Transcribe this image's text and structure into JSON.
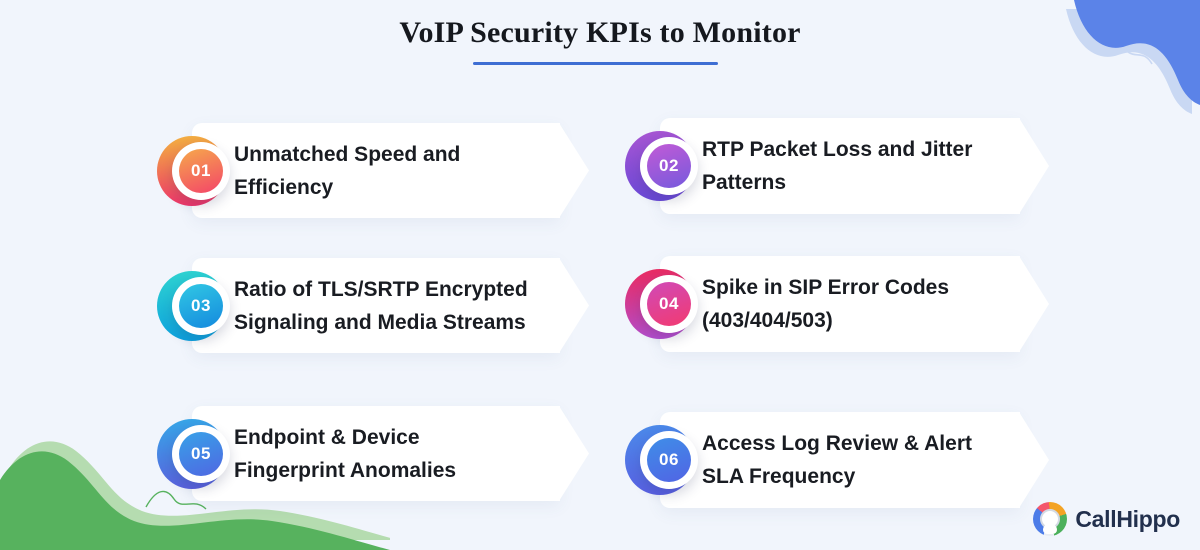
{
  "title": {
    "text": "VoIP Security KPIs to Monitor"
  },
  "theme": {
    "background": "#f1f5fc",
    "card": "#ffffff",
    "underline": "#3e6ed3",
    "title_color": "#15181e",
    "text_color": "#191c22",
    "blue_wave": "#5b83e8",
    "blue_wave_light": "#c9d8f3",
    "green_wave": "#57b25e",
    "green_wave_light": "#b5dcb0",
    "logo_text_color": "#22304d",
    "logo_blue": "#4c7ce8",
    "logo_red": "#f4566c",
    "logo_orange": "#f3a324",
    "logo_green": "#4cb05c"
  },
  "items": [
    {
      "number": "01",
      "label": "Unmatched Speed and\nEfficiency",
      "ring_from": "#f2b23f",
      "ring_to": "#ee2e6d",
      "inner_from": "#f6a94b",
      "inner_to": "#f34469"
    },
    {
      "number": "02",
      "label": "RTP Packet Loss and Jitter\nPatterns",
      "ring_from": "#a855d2",
      "ring_to": "#6648d8",
      "inner_from": "#c25bd6",
      "inner_to": "#7659dd"
    },
    {
      "number": "03",
      "label": "Ratio of TLS/SRTP Encrypted\nSignaling and Media Streams",
      "ring_from": "#2fd3d0",
      "ring_to": "#0b9fdf",
      "inner_from": "#31c8e4",
      "inner_to": "#1489de"
    },
    {
      "number": "04",
      "label": "Spike in SIP Error Codes\n(403/404/503)",
      "ring_from": "#ea2a5e",
      "ring_to": "#b14fd4",
      "inner_from": "#d04ab8",
      "inner_to": "#f23a70"
    },
    {
      "number": "05",
      "label": "Endpoint & Device\nFingerprint Anomalies",
      "ring_from": "#35a7e7",
      "ring_to": "#5c5ede",
      "inner_from": "#38a2e8",
      "inner_to": "#4f67e2"
    },
    {
      "number": "06",
      "label": "Access Log Review & Alert\nSLA Frequency",
      "ring_from": "#4a8ae9",
      "ring_to": "#5a5ee2",
      "inner_from": "#3f8ee8",
      "inner_to": "#5164e4"
    }
  ],
  "logo": {
    "text": "CallHippo"
  }
}
